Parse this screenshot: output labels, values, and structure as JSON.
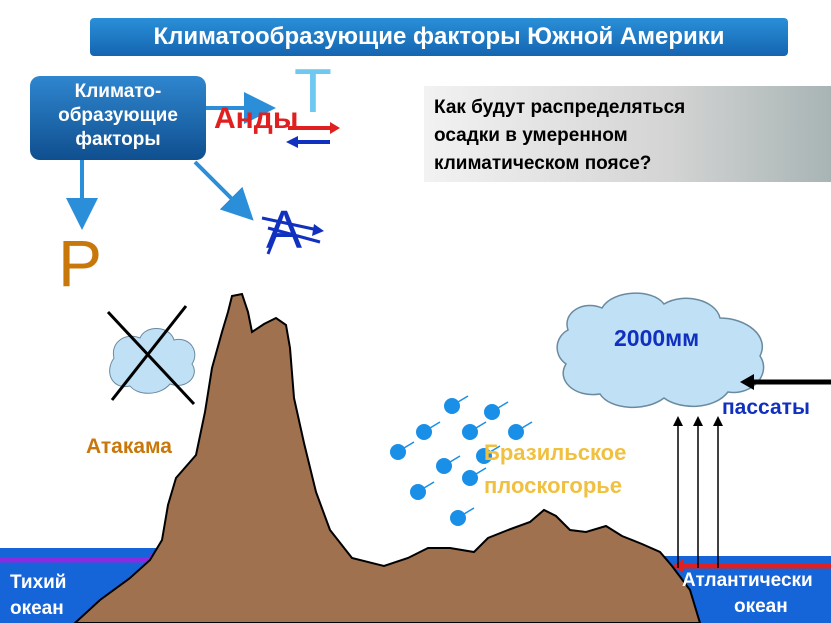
{
  "title": "Климатообразующие факторы Южной Америки",
  "factors_box": {
    "line1": "Климато-",
    "line2": "образующие",
    "line3": "факторы"
  },
  "question": {
    "line1": "Как  будут распределяться",
    "line2": "осадки в умеренном",
    "line3": "климатическом поясе?"
  },
  "labels": {
    "andes": "Анды",
    "letter_t": "Т",
    "letter_a": "А",
    "letter_r": "Р",
    "atacama": "Атакама",
    "plateau_line1": "Бразильское",
    "plateau_line2": "плоскогорье",
    "precip": "2000мм",
    "trade_winds": "пассаты",
    "pacific_line1": "Тихий",
    "pacific_line2": "океан",
    "atlantic_line1": "Атлантически",
    "atlantic_line2": "океан"
  },
  "colors": {
    "title_bg": "#1e7ccc",
    "mountain": "#a0714f",
    "ocean": "#1565d8",
    "cloud": "#bfe0f5",
    "raindrop": "#1a8fe8",
    "red": "#e02020",
    "blue": "#1030c0",
    "orange_text": "#c8780a",
    "plateau_text": "#f0c040"
  }
}
